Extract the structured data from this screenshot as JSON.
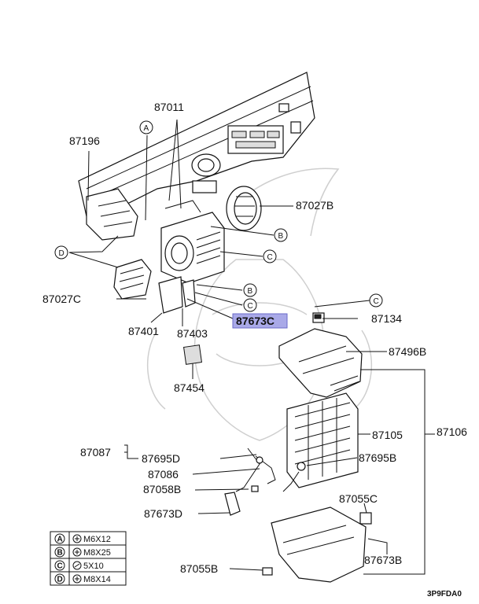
{
  "parts": {
    "p87011": "87011",
    "p87196": "87196",
    "p87027b": "87027B",
    "p87027c": "87027C",
    "p87401": "87401",
    "p87403": "87403",
    "p87673c": "87673C",
    "p87134": "87134",
    "p87496b": "87496B",
    "p87454": "87454",
    "p87105": "87105",
    "p87106": "87106",
    "p87087": "87087",
    "p87695d": "87695D",
    "p87695b": "87695B",
    "p87086": "87086",
    "p87058b": "87058B",
    "p87673d": "87673D",
    "p87055c": "87055C",
    "p87673b": "87673B",
    "p87055b": "87055B"
  },
  "callouts": {
    "a": "A",
    "b": "B",
    "c": "C",
    "d": "D"
  },
  "legend": [
    {
      "letter": "A",
      "spec": "M6X12"
    },
    {
      "letter": "B",
      "spec": "M8X25"
    },
    {
      "letter": "C",
      "spec": "5X10"
    },
    {
      "letter": "D",
      "spec": "M8X14"
    }
  ],
  "diagram_code": "3P9FDA0",
  "highlight_color": "#a9a9e8"
}
